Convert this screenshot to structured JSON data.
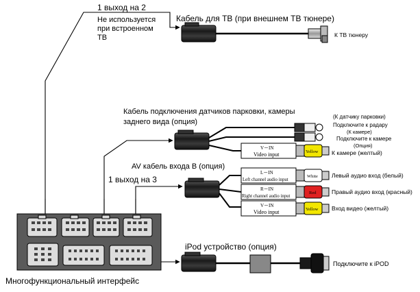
{
  "labels": {
    "out_1_of_2": "1 выход на 2",
    "not_used_line1": "Не используется",
    "not_used_line2": "при встроенном",
    "not_used_line3": "ТВ",
    "tv_cable": "Кабель для ТВ (при внешнем ТВ тюнере)",
    "to_tv_tuner": "К ТВ тюнеру",
    "parking_title_line1": "Кабель подключения датчиков парковки, камеры",
    "parking_title_line2": "заднего вида (опция)",
    "to_parking_sensor": "(К датчику парковки)",
    "connect_to_radar": "Подключите к радару",
    "to_camera_paren": "(К камере)",
    "connect_to_camera": "Подключите к  камере",
    "option_paren": "(Опция)",
    "to_camera_yellow": "К камере (желтый)",
    "av_cable_title": "AV кабель входа В (опция)",
    "out_1_of_3": "1 выход на  3",
    "left_audio": "Левый аудио вход (белый)",
    "right_audio": "Правый аудио вход (красный)",
    "video_in_yellow": "Вход видео (желтый)",
    "ipod_device": "iPod устройство (опция)",
    "connect_to_ipod": "Подключите к iPOD",
    "multi_interface": "Многофункциональный интерфейс"
  },
  "plugs": {
    "vin_top": "V－IN",
    "video_input": "Video input",
    "lin_top": "L－IN",
    "left_channel": "Left channel audio input",
    "rin_top": "R－IN",
    "right_channel": "Right channel audio input",
    "white": "White",
    "red": "Red",
    "yellow": "Yellow"
  },
  "colors": {
    "interface_body": "#5a5a5a",
    "connector_body": "#2b2b2b",
    "yellow_plug": "#f2e600",
    "red_plug": "#e02020",
    "white_plug": "#ffffff"
  }
}
